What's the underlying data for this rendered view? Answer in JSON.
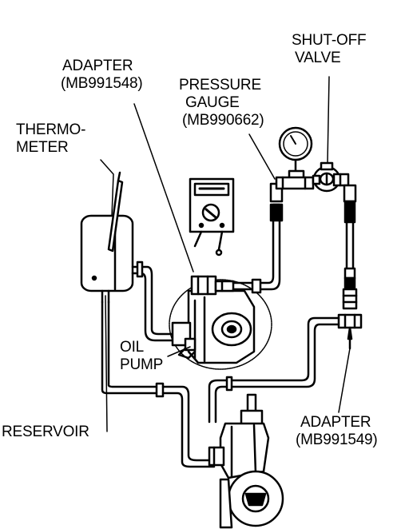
{
  "labels": {
    "shutoff_valve": {
      "line1": "SHUT-OFF",
      "line2": "VALVE"
    },
    "adapter_top": {
      "line1": "ADAPTER",
      "line2": "(MB991548)"
    },
    "pressure_gauge": {
      "line1": "PRESSURE",
      "line2": "GAUGE",
      "line3": "(MB990662)"
    },
    "thermometer": {
      "line1": "THERMO-",
      "line2": "METER"
    },
    "oil_pump": {
      "line1": "OIL",
      "line2": "PUMP"
    },
    "reservoir": {
      "line1": "RESERVOIR"
    },
    "adapter_bottom": {
      "line1": "ADAPTER",
      "line2": "(MB991549)"
    }
  },
  "colors": {
    "ink": "#000000",
    "paper": "#ffffff"
  }
}
